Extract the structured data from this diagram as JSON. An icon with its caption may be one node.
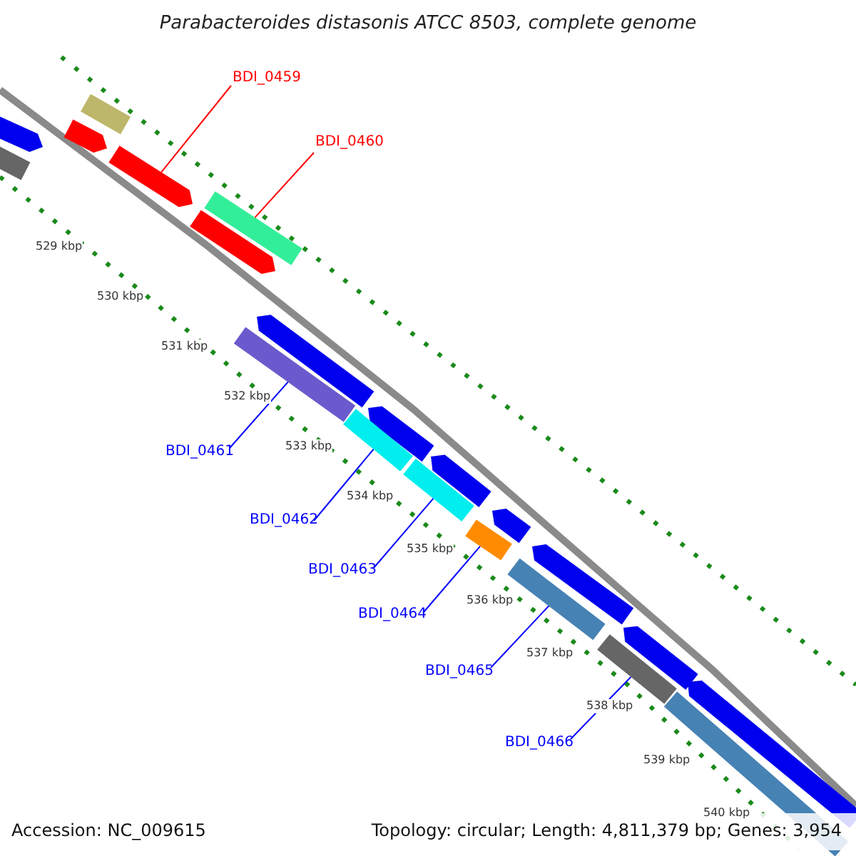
{
  "diagram": {
    "title": "Parabacteroides distasonis ATCC 8503, complete genome",
    "nodes": [
      {
        "text": [
          "BDI_0459"
        ]
      },
      {
        "text": [
          "BDI_0460"
        ]
      },
      {
        "text": [
          "BDI_0461"
        ]
      },
      {
        "text": [
          "BDI_0462"
        ]
      },
      {
        "text": [
          "BDI_0463"
        ]
      },
      {
        "text": [
          "BDI_0464"
        ]
      },
      {
        "text": [
          "BDI_0465"
        ]
      },
      {
        "text": [
          "BDI_0466"
        ]
      },
      {
        "text": [],
        "shape": "arrow"
      },
      {
        "text": [],
        "shape": "box"
      },
      {
        "text": [],
        "shape": "box"
      },
      {
        "text": [],
        "shape": "box"
      },
      {
        "text": [],
        "shape": "box"
      },
      {
        "text": [],
        "shape": "box"
      },
      {
        "text": [],
        "shape": "box"
      },
      {
        "text": [],
        "shape": "box"
      }
    ],
    "edges": [
      {
        "from": 0,
        "to": 8,
        "arrow": "none",
        "color": "#ff0000"
      },
      {
        "from": 1,
        "to": 9,
        "arrow": "none",
        "color": "#ff0000"
      },
      {
        "from": 2,
        "to": 10,
        "arrow": "none"
      },
      {
        "from": 3,
        "to": 11,
        "arrow": "none"
      },
      {
        "from": 4,
        "to": 12,
        "arrow": "none"
      },
      {
        "from": 5,
        "to": 13,
        "arrow": "none"
      },
      {
        "from": 6,
        "to": 14,
        "arrow": "none"
      },
      {
        "from": 7,
        "to": 15,
        "arrow": "none"
      }
    ],
    "labels": [
      "529 kbp",
      "530 kbp",
      "531 kbp",
      "532 kbp",
      "533 kbp",
      "534 kbp",
      "535 kbp",
      "536 kbp",
      "537 kbp",
      "538 kbp",
      "539 kbp",
      "540 kbp",
      "Accession: NC_009615",
      "Topology: circular; Length: 4,811,379 bp; Genes: 3,954"
    ]
  }
}
